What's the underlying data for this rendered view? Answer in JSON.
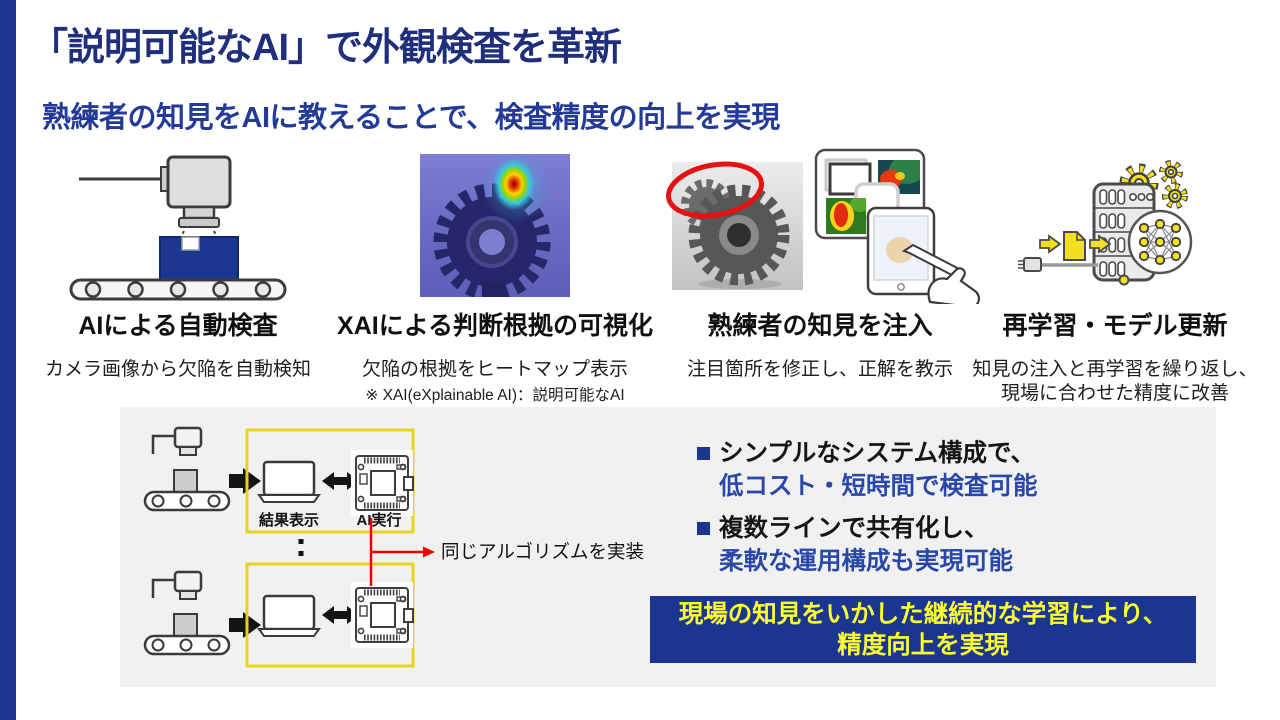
{
  "slide": {
    "title": "「説明可能なAI」で外観検査を革新",
    "subtitle": "熟練者の知見をAIに教えることで、検査精度の向上を実現"
  },
  "steps": [
    {
      "heading": "AIによる自動検査",
      "caption": "カメラ画像から欠陥を自動検知",
      "illustration": "camera-conveyor-inspection-illustration"
    },
    {
      "heading": "XAIによる判断根拠の可視化",
      "caption": "欠陥の根拠をヒートマップ表示",
      "note": "※ XAI(eXplainable AI)：説明可能なAI",
      "illustration": "gear-heatmap-image"
    },
    {
      "heading": "熟練者の知見を注入",
      "caption": "注目箇所を修正し、正解を教示",
      "illustration": "annotated-gear-and-tablet-illustration"
    },
    {
      "heading": "再学習・モデル更新",
      "caption": "知見の注入と再学習を繰り返し、",
      "caption2": "現場に合わせた精度に改善",
      "illustration": "server-retraining-illustration"
    }
  ],
  "system_diagram": {
    "result_display_label": "結果表示",
    "ai_exec_label": "AI実行",
    "same_algorithm_label": "同じアルゴリズムを実装"
  },
  "benefits": [
    {
      "line1": "シンプルなシステム構成で、",
      "line2": "低コスト・短時間で検査可能"
    },
    {
      "line1": "複数ラインで共有化し、",
      "line2": "柔軟な運用構成も実現可能"
    }
  ],
  "highlight_box": {
    "line1": "現場の知見をいかした継続的な学習により、",
    "line2": "精度向上を実現"
  },
  "colors": {
    "accent_navy": "#1a3691",
    "title_navy": "#202f7c",
    "subtitle_blue": "#233a99",
    "benefit_blue": "#2847a8",
    "highlight_text_yellow": "#ffff2e",
    "diagram_frame_yellow": "#e8d21c",
    "diagram_red": "#ee0000",
    "panel_gray": "#f1f1f1"
  }
}
